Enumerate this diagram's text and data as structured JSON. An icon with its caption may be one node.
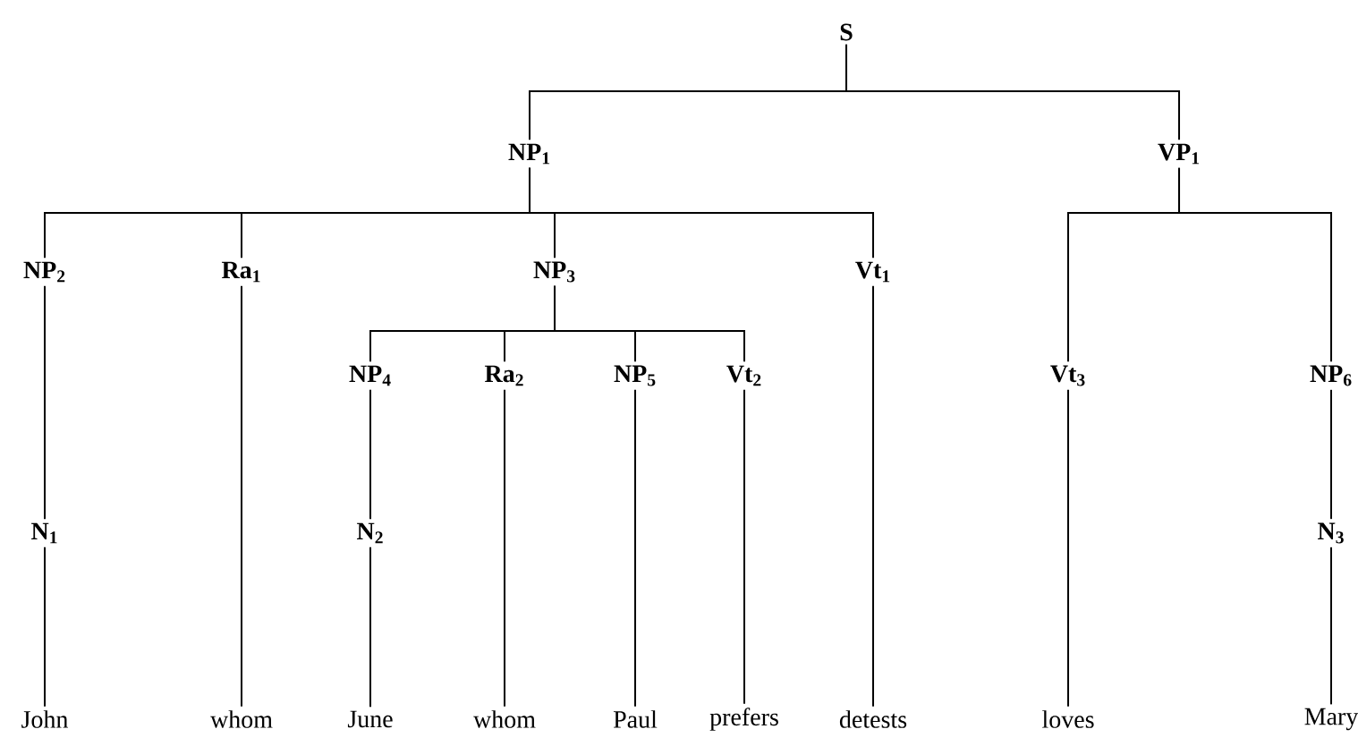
{
  "diagram": {
    "nodes": [
      {
        "text": [
          "S"
        ]
      },
      {
        "text": [
          "NP$_{1}$"
        ]
      },
      {
        "text": [
          "VP$_{1}$"
        ]
      },
      {
        "text": [
          "NP$_{2}$"
        ]
      },
      {
        "text": [
          "Ra$_{1}$"
        ]
      },
      {
        "text": [
          "NP$_{3}$"
        ]
      },
      {
        "text": [
          "Vt$_{1}$"
        ]
      },
      {
        "text": [
          "NP$_{4}$"
        ]
      },
      {
        "text": [
          "Ra$_{2}$"
        ]
      },
      {
        "text": [
          "NP$_{5}$"
        ]
      },
      {
        "text": [
          "Vt$_{2}$"
        ]
      },
      {
        "text": [
          "Vt$_{3}$"
        ]
      },
      {
        "text": [
          "NP$_{6}$"
        ]
      },
      {
        "text": [
          "N$_{1}$"
        ]
      },
      {
        "text": [
          "N$_{2}$"
        ]
      },
      {
        "text": [
          "N$_{3}$"
        ]
      },
      {
        "text": [
          "John"
        ]
      },
      {
        "text": [
          "whom"
        ]
      },
      {
        "text": [
          "June"
        ]
      },
      {
        "text": [
          "whom"
        ]
      },
      {
        "text": [
          "Paul"
        ]
      },
      {
        "text": [
          "prefers"
        ]
      },
      {
        "text": [
          "detests"
        ]
      },
      {
        "text": [
          "loves"
        ]
      },
      {
        "text": [
          "Mary"
        ]
      }
    ],
    "edges": [
      {
        "from": 0,
        "to": 1,
        "arrow": "none"
      },
      {
        "from": 0,
        "to": 2,
        "arrow": "none"
      },
      {
        "from": 1,
        "to": 3,
        "arrow": "none"
      },
      {
        "from": 1,
        "to": 4,
        "arrow": "none"
      },
      {
        "from": 1,
        "to": 5,
        "arrow": "none"
      },
      {
        "from": 1,
        "to": 6,
        "arrow": "none"
      },
      {
        "from": 2,
        "to": 11,
        "arrow": "none"
      },
      {
        "from": 2,
        "to": 12,
        "arrow": "none"
      },
      {
        "from": 5,
        "to": 7,
        "arrow": "none"
      },
      {
        "from": 5,
        "to": 8,
        "arrow": "none"
      },
      {
        "from": 5,
        "to": 9,
        "arrow": "none"
      },
      {
        "from": 5,
        "to": 10,
        "arrow": "none"
      },
      {
        "from": 3,
        "to": 13,
        "arrow": "none"
      },
      {
        "from": 7,
        "to": 14,
        "arrow": "none"
      },
      {
        "from": 12,
        "to": 15,
        "arrow": "none"
      },
      {
        "from": 13,
        "to": 16,
        "arrow": "none"
      },
      {
        "from": 4,
        "to": 17,
        "arrow": "none"
      },
      {
        "from": 14,
        "to": 18,
        "arrow": "none"
      },
      {
        "from": 8,
        "to": 19,
        "arrow": "none"
      },
      {
        "from": 9,
        "to": 20,
        "arrow": "none"
      },
      {
        "from": 10,
        "to": 21,
        "arrow": "none"
      },
      {
        "from": 6,
        "to": 22,
        "arrow": "none"
      },
      {
        "from": 11,
        "to": 23,
        "arrow": "none"
      },
      {
        "from": 15,
        "to": 24,
        "arrow": "none"
      }
    ]
  }
}
